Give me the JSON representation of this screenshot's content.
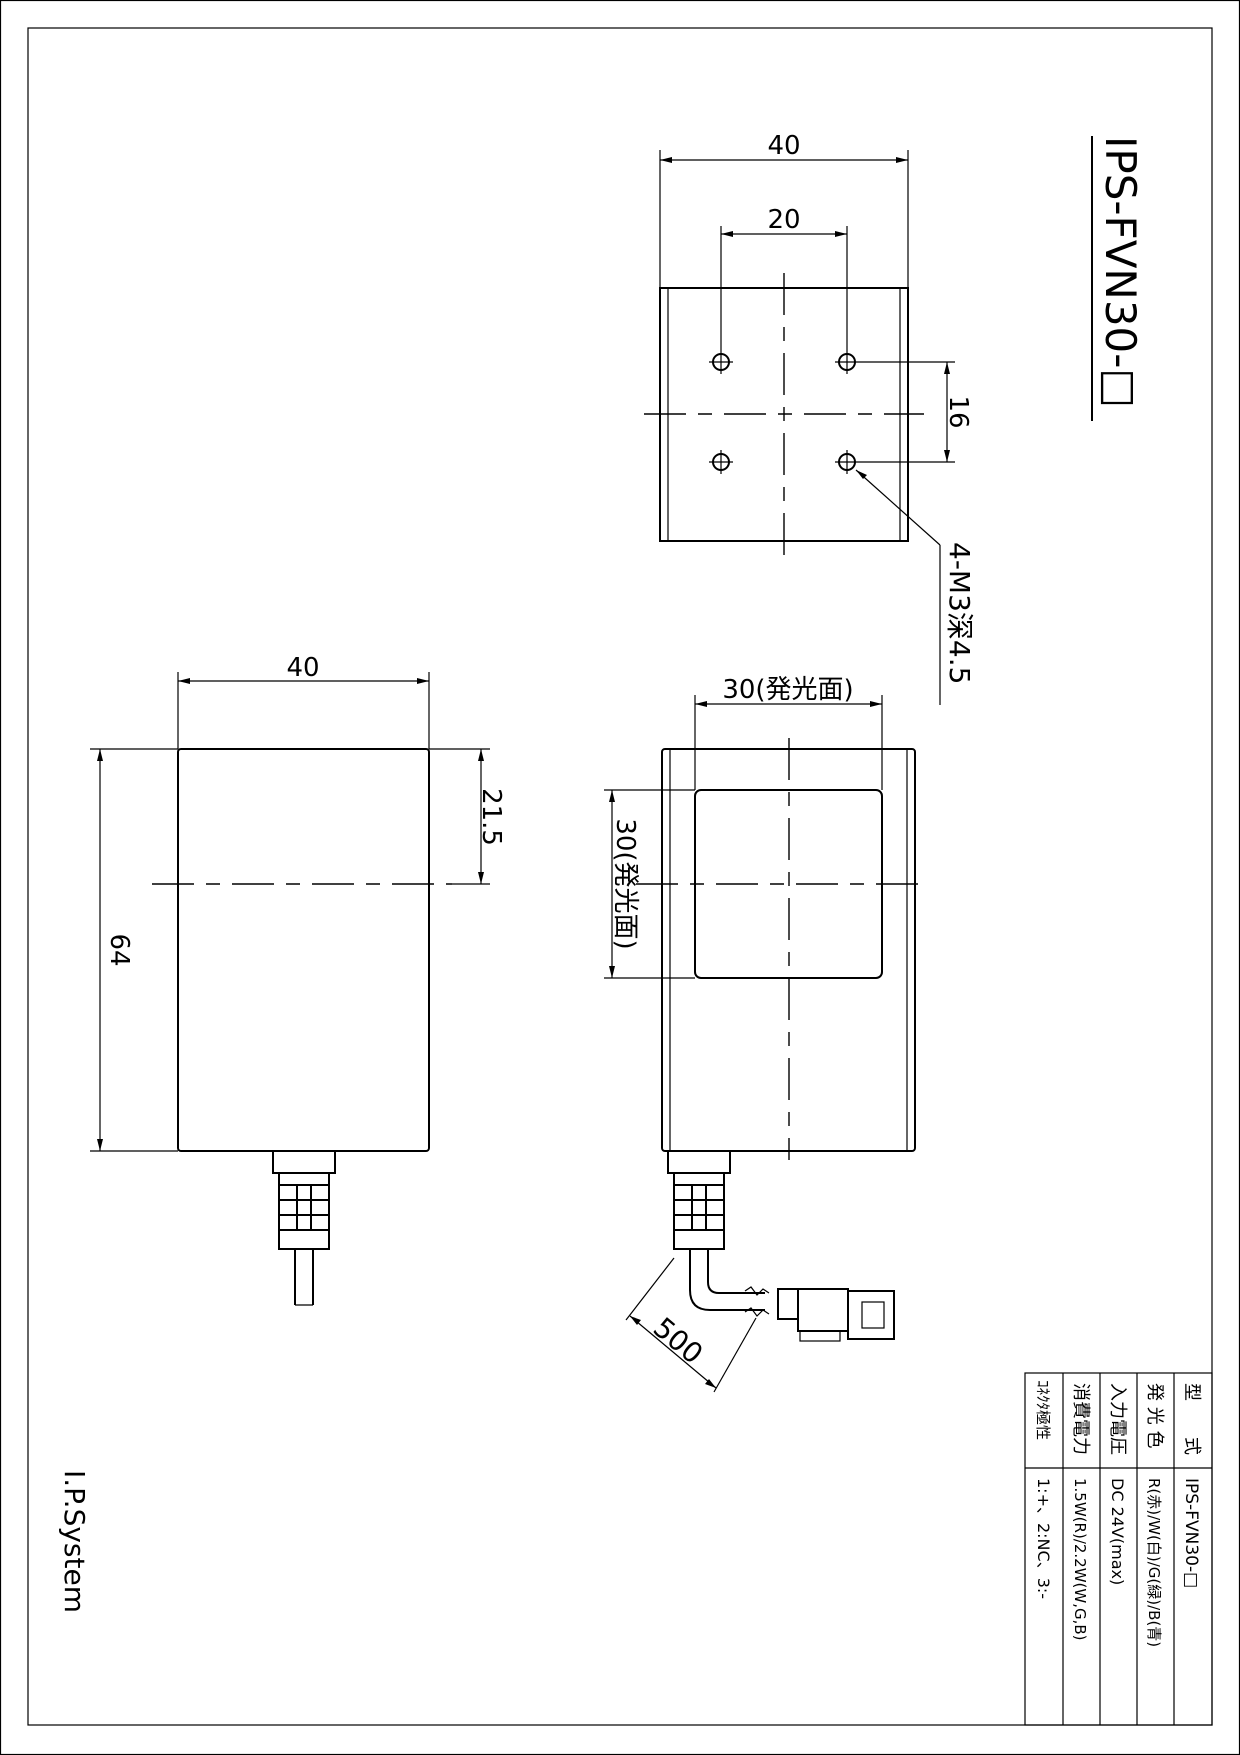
{
  "title": "IPS-FVN30-□",
  "company": "I.P.System",
  "dimensions": {
    "top_width": "40",
    "top_hole_pitch_x": "20",
    "top_hole_pitch_y": "16",
    "top_hole_note": "4-M3深4.5",
    "side_width": "40",
    "side_height": "64",
    "side_offset": "21.5",
    "front_emit_width": "30(発光面)",
    "front_emit_height": "30(発光面)",
    "cable_length": "500"
  },
  "spec_table": [
    {
      "label": "型　　式",
      "value": "IPS-FVN30-□"
    },
    {
      "label": "発 光 色",
      "value": "R(赤)/W(白)/G(緑)/B(青)"
    },
    {
      "label": "入力電圧",
      "value": "DC 24V(max)"
    },
    {
      "label": "消費電力",
      "value": "1.5W(R)/2.2W(W,G,B)"
    },
    {
      "label": "ｺﾈｸﾀ極性",
      "value": "1:+、2:NC、3:-"
    }
  ]
}
